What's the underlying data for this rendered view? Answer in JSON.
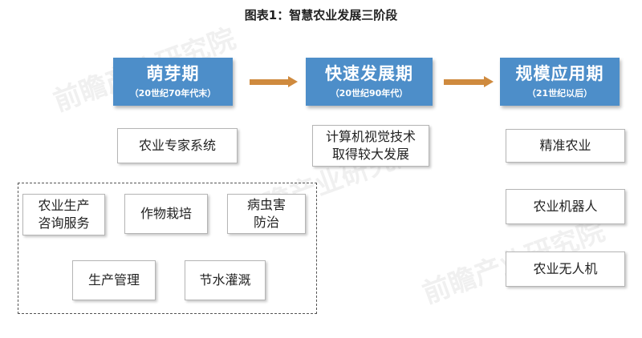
{
  "title": "图表1：智慧农业发展三阶段",
  "stages": [
    {
      "name": "萌芽期",
      "era": "（20世纪70年代末）"
    },
    {
      "name": "快速发展期",
      "era": "（20世纪90年代）"
    },
    {
      "name": "规模应用期",
      "era": "（21世纪以后）"
    }
  ],
  "stage1": {
    "top_box": "农业专家系统",
    "sub_items": [
      "农业生产\n咨询服务",
      "作物栽培",
      "病虫害\n防治",
      "生产管理",
      "节水灌溉"
    ]
  },
  "stage2": {
    "box": "计算机视觉技术\n取得较大发展"
  },
  "stage3": {
    "items": [
      "精准农业",
      "农业机器人",
      "农业无人机"
    ]
  },
  "watermark": "前瞻产业研究院",
  "colors": {
    "stage_fill": "#4d8ec9",
    "arrow": "#cf8a3e"
  }
}
